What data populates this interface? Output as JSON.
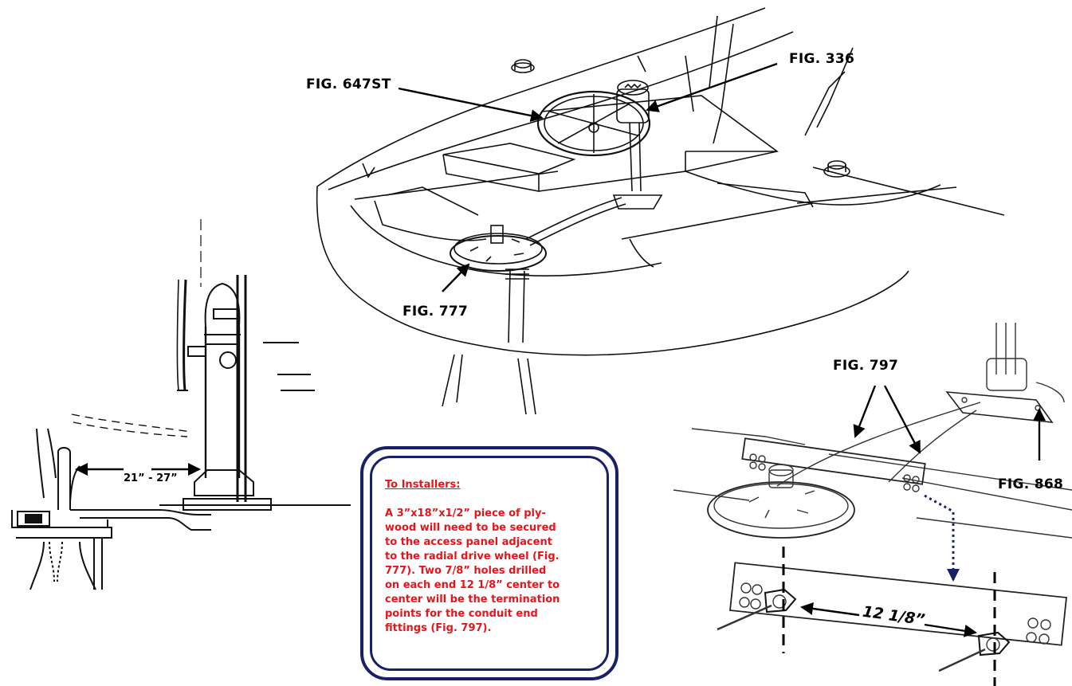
{
  "labels": {
    "fig_647st": "FIG. 647ST",
    "fig_336": "FIG. 336",
    "fig_777": "FIG. 777",
    "fig_797": "FIG. 797",
    "fig_868": "FIG. 868"
  },
  "dimensions": {
    "column_spacing": "21” - 27”",
    "hole_spacing": "12 1/8”"
  },
  "note": {
    "title": "To Installers:",
    "body": "A 3”x18”x1/2” piece of ply-\nwood will need to be secured\nto the access panel adjacent\nto the radial drive wheel (Fig.\n777). Two 7/8” holes drilled\non each end 12 1/8” center to\ncenter will be the termination\npoints for the conduit end\nfittings (Fig. 797)."
  },
  "colors": {
    "note_text": "#e8141a",
    "note_border": "#1a2068",
    "dotted_arrow": "#1a2068"
  }
}
